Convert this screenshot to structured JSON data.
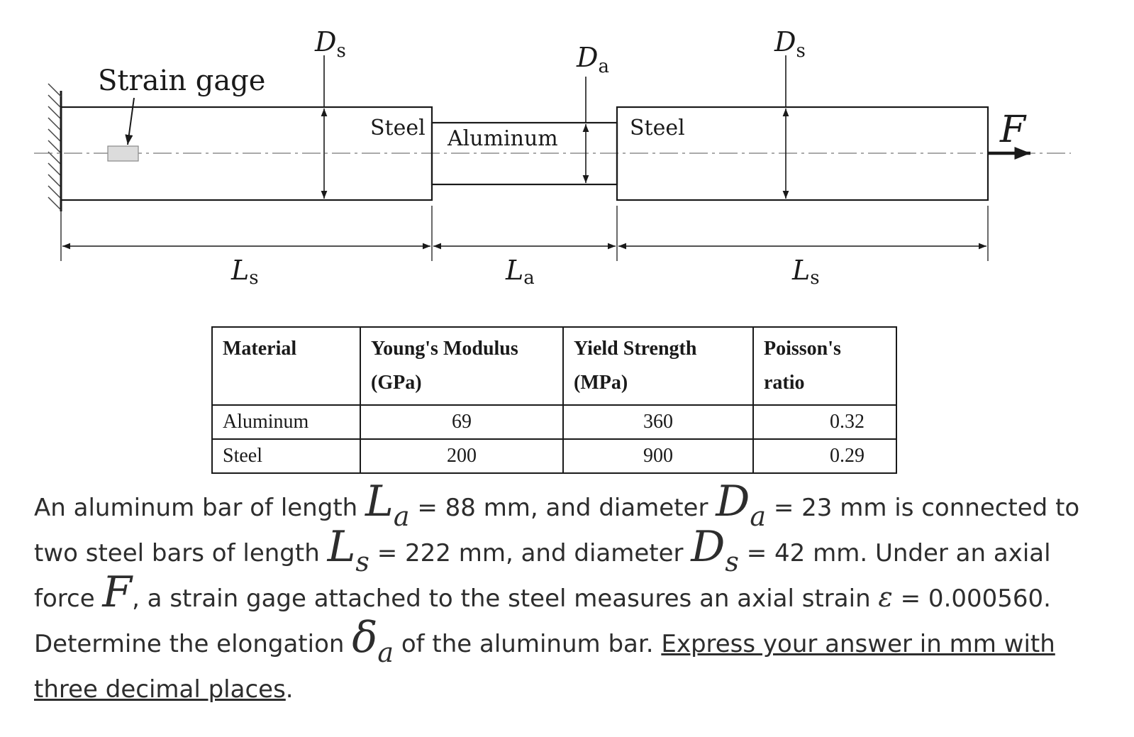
{
  "diagram": {
    "strain_gage_label": "Strain gage",
    "steel_label_left": "Steel",
    "aluminum_label": "Aluminum",
    "steel_label_right": "Steel",
    "force_symbol": "F",
    "dim_Ds_main": "D",
    "dim_Ds_sub": "s",
    "dim_Da_main": "D",
    "dim_Da_sub": "a",
    "dim_Ls_main": "L",
    "dim_Ls_sub": "s",
    "dim_La_main": "L",
    "dim_La_sub": "a"
  },
  "table": {
    "headers": {
      "material": "Material",
      "modulus_l1": "Young's Modulus",
      "modulus_l2": "(GPa)",
      "yield_l1": "Yield Strength",
      "yield_l2": "(MPa)",
      "poisson_l1": "Poisson's",
      "poisson_l2": "ratio"
    },
    "rows": [
      {
        "material": "Aluminum",
        "modulus": "69",
        "yield": "360",
        "poisson": "0.32"
      },
      {
        "material": "Steel",
        "modulus": "200",
        "yield": "900",
        "poisson": "0.29"
      }
    ]
  },
  "problem": {
    "t1": "An aluminum bar of length ",
    "sym_L": "L",
    "sub_a": "a",
    "t2": " = 88 mm, and diameter ",
    "sym_D": "D",
    "t3": " = 23 mm  is connected to two steel bars of length ",
    "sub_s": "s",
    "t4": " = 222 mm, and diameter ",
    "t5": " = 42 mm. Under an axial force ",
    "sym_F": "F",
    "t6": ", a strain gage attached to the steel measures an axial strain ",
    "sym_eps": "ε",
    "t7": " = 0.000560. Determine the elongation ",
    "sym_delta": "δ",
    "t8": " of the aluminum bar. ",
    "underlined": "Express your answer in mm with three decimal places",
    "t9": "."
  }
}
